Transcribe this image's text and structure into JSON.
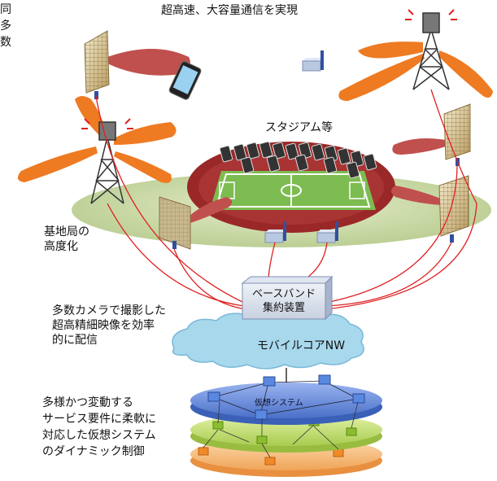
{
  "labels": {
    "headline": "超高速、大容量通信を実現",
    "stadium": "スタジアム等",
    "basestation": "基地局の\n高度化",
    "camera": "多数カメラで撮影した\n超高精細映像を効率\n的に配信",
    "virtual": "多様かつ変動する\nサービス要件に柔軟に\n対応した仮想システム\nのダイナミック制御",
    "cut_left": "同\n多数"
  },
  "baseband": {
    "label": "ベースバンド\n集約装置"
  },
  "core": {
    "label": "モバイルコアNW"
  },
  "virtual_system": {
    "label": "仮想システム"
  },
  "colors": {
    "beam_orange": "#ee7a22",
    "beam_red": "#c0504d",
    "field_green": "#c8dca0",
    "track_red": "#9a2828",
    "link_red": "#e02020",
    "layer_blue": "#6c8fd8",
    "layer_green": "#bcdc6c",
    "layer_orange": "#f0b878",
    "cloud_blue": "#a8d8ec"
  }
}
